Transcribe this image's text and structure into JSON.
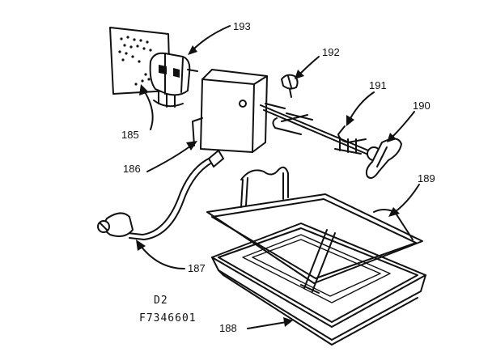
{
  "parts": [
    {
      "key": "p193",
      "label": "193",
      "name_icon": "rotisserie-motor-icon"
    },
    {
      "key": "p192",
      "label": "192",
      "name_icon": "screw-icon"
    },
    {
      "key": "p191",
      "label": "191",
      "name_icon": "spit-fork-icon"
    },
    {
      "key": "p190",
      "label": "190",
      "name_icon": "spit-handle-icon"
    },
    {
      "key": "p185",
      "label": "185",
      "name_icon": "bracket-plate-icon"
    },
    {
      "key": "p186",
      "label": "186",
      "name_icon": "motor-housing-icon"
    },
    {
      "key": "p189",
      "label": "189",
      "name_icon": "broil-rack-icon"
    },
    {
      "key": "p187",
      "label": "187",
      "name_icon": "power-cord-icon"
    },
    {
      "key": "p188",
      "label": "188",
      "name_icon": "broil-pan-icon"
    }
  ],
  "caption": {
    "line1": "D2",
    "line2": "F7346601"
  }
}
